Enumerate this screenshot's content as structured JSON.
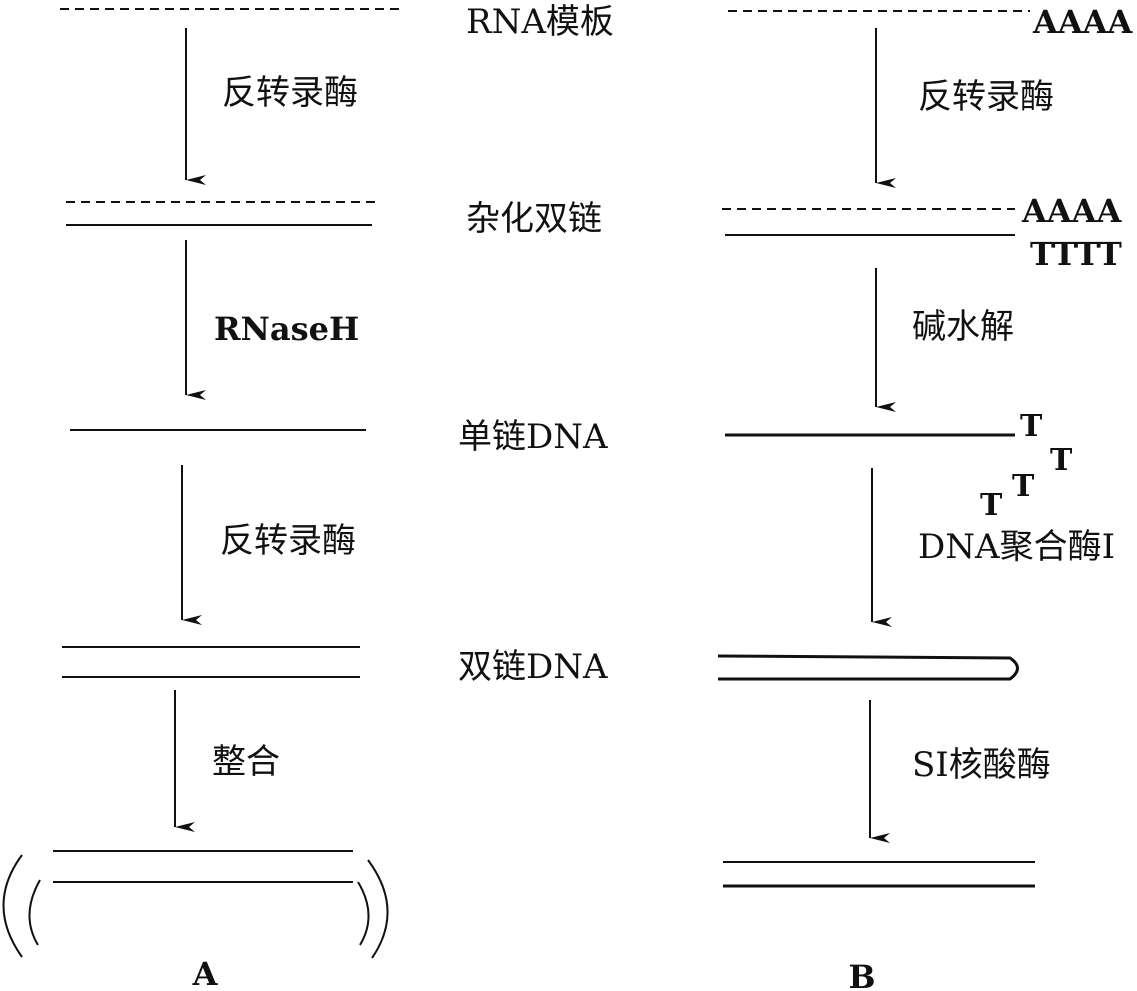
{
  "stage_labels": {
    "rna_template": "RNA模板",
    "hybrid_duplex": "杂化双链",
    "ss_dna": "单链DNA",
    "ds_dna": "双链DNA"
  },
  "pathway_a": {
    "step1": "反转录酶",
    "step2": "RNaseH",
    "step3": "反转录酶",
    "step4": "整合",
    "caption": "A"
  },
  "pathway_b": {
    "poly_a_1": "AAAA",
    "poly_a_2": "AAAA",
    "poly_t": "TTTT",
    "step1": "反转录酶",
    "step2": "碱水解",
    "t_letters": [
      "T",
      "T",
      "T",
      "T"
    ],
    "step3": "DNA聚合酶I",
    "step4": "SI核酸酶",
    "caption": "B"
  }
}
